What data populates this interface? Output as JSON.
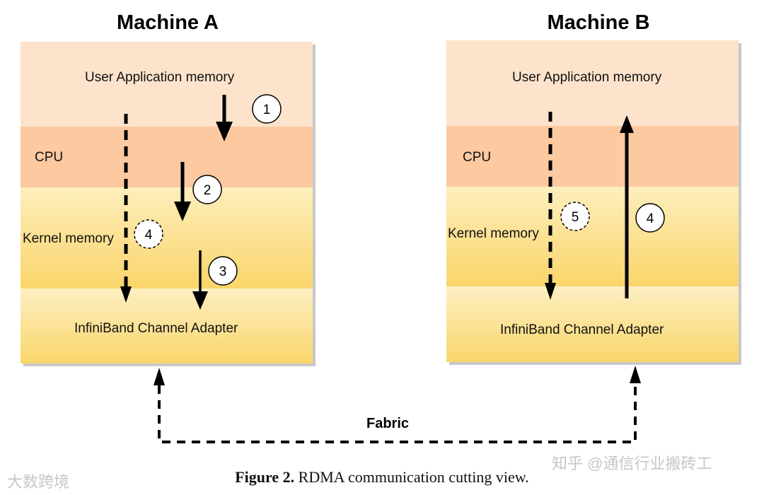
{
  "machine_a": {
    "title": "Machine A",
    "layers": {
      "user": "User Application memory",
      "cpu": "CPU",
      "kernel": "Kernel memory",
      "ib": "InfiniBand Channel Adapter"
    },
    "steps": [
      {
        "label": "1",
        "style": "solid",
        "direction": "down"
      },
      {
        "label": "2",
        "style": "solid",
        "direction": "down"
      },
      {
        "label": "3",
        "style": "solid",
        "direction": "down"
      },
      {
        "label": "4",
        "style": "dashed",
        "direction": "down"
      }
    ]
  },
  "machine_b": {
    "title": "Machine B",
    "layers": {
      "user": "User Application memory",
      "cpu": "CPU",
      "kernel": "Kernel memory",
      "ib": "InfiniBand Channel Adapter"
    },
    "steps": [
      {
        "label": "4",
        "style": "solid",
        "direction": "up"
      },
      {
        "label": "5",
        "style": "dashed",
        "direction": "down"
      }
    ]
  },
  "fabric": {
    "label": "Fabric"
  },
  "caption": {
    "prefix": "Figure 2.",
    "text": "RDMA communication cutting view."
  },
  "watermarks": {
    "left": "大数跨境",
    "right": "知乎 @通信行业搬砖工"
  },
  "colors": {
    "user_layer": "#fde3cc",
    "cpu_layer": "#fcc9a0",
    "kernel_layer": "#fad56a",
    "ib_layer": "#f9d66a",
    "arrow": "#000000"
  }
}
